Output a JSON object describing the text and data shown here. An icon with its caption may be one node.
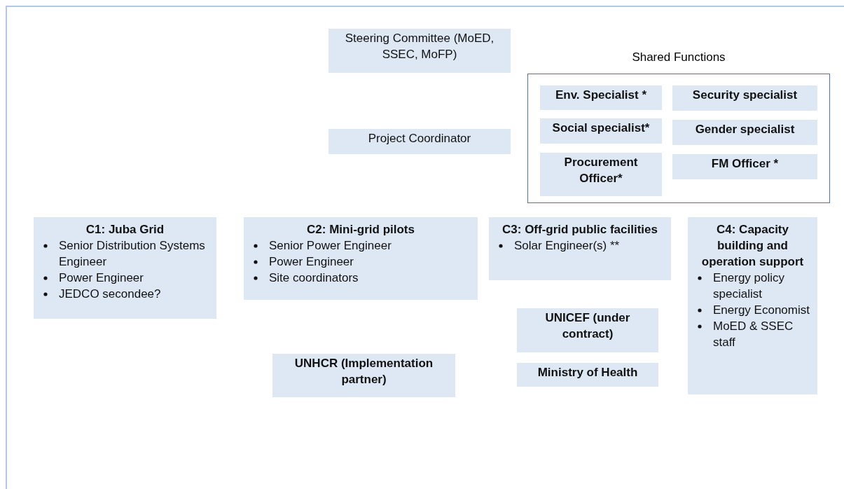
{
  "diagram": {
    "nodes": [
      {
        "text": [
          "Steering Committee (MoED, SSEC, MoFP)"
        ]
      },
      {
        "text": [
          "Shared Functions"
        ]
      },
      {
        "text": [
          "Env. Specialist *"
        ],
        "in": 1
      },
      {
        "text": [
          "Security specialist"
        ],
        "in": 1
      },
      {
        "text": [
          "Social specialist*"
        ],
        "in": 1
      },
      {
        "text": [
          "Gender specialist"
        ],
        "in": 1
      },
      {
        "text": [
          "Procurement Officer*"
        ],
        "in": 1
      },
      {
        "text": [
          "FM Officer *"
        ],
        "in": 1
      },
      {
        "text": [
          "Project Coordinator"
        ]
      },
      {
        "text": [
          "C1: Juba Grid",
          "Senior Distribution Systems Engineer",
          "Power Engineer",
          "JEDCO secondee?"
        ]
      },
      {
        "text": [
          "C2: Mini-grid pilots",
          "Senior Power Engineer",
          "Power Engineer",
          "Site coordinators"
        ]
      },
      {
        "text": [
          "C3: Off-grid public facilities",
          "Solar Engineer(s) **"
        ]
      },
      {
        "text": [
          "C4: Capacity building and operation support",
          "Energy policy specialist",
          "Energy Economist",
          "MoED & SSEC staff"
        ]
      },
      {
        "text": [
          "UNICEF (under contract)"
        ]
      },
      {
        "text": [
          "UNHCR (Implementation partner)"
        ]
      },
      {
        "text": [
          "Ministry of Health"
        ]
      }
    ],
    "edges": []
  }
}
